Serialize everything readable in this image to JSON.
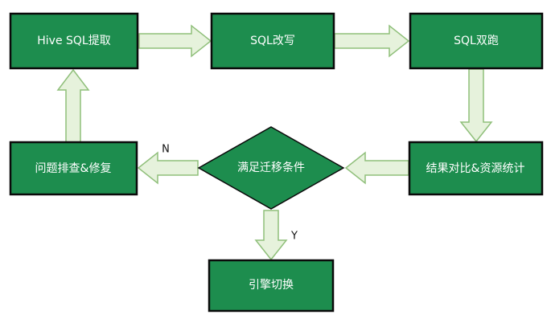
{
  "nodes": {
    "extract": "Hive SQL提取",
    "rewrite": "SQL改写",
    "dual_run": "SQL双跑",
    "compare": "结果对比&资源统计",
    "condition": "满足迁移条件",
    "fix": "问题排查&修复",
    "switch": "引擎切换"
  },
  "branches": {
    "no": "N",
    "yes": "Y"
  },
  "colors": {
    "node_fill": "#1d8d4e",
    "node_border": "#0a0a0a",
    "node_text": "#ffffff",
    "arrow_fill": "#e6f2dc",
    "arrow_border": "#8fbf7a"
  }
}
